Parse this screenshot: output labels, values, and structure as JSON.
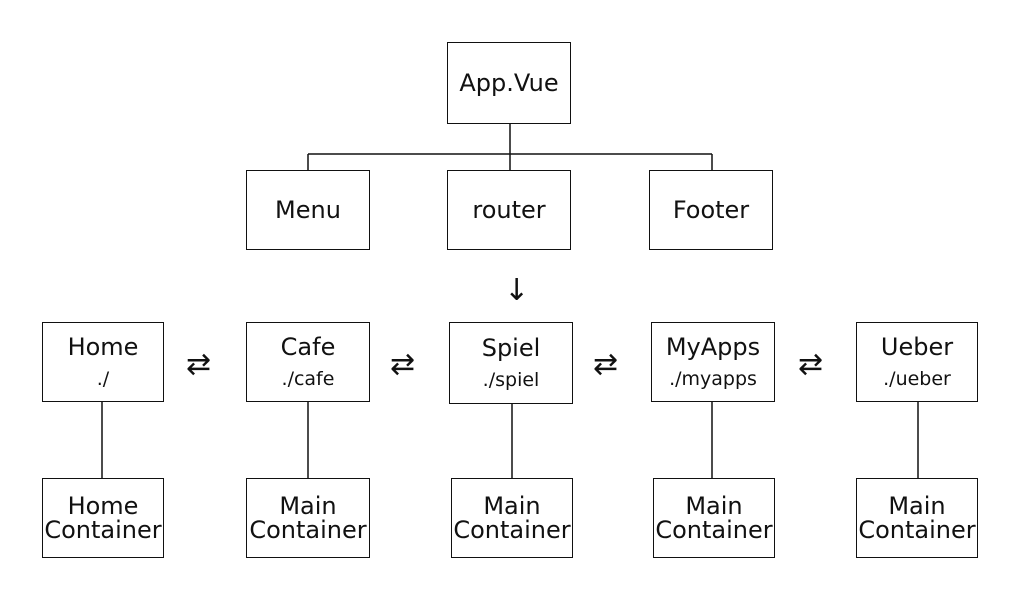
{
  "root": {
    "label": "App.Vue"
  },
  "level2": [
    {
      "key": "menu",
      "label": "Menu"
    },
    {
      "key": "router",
      "label": "router"
    },
    {
      "key": "footer",
      "label": "Footer"
    }
  ],
  "routes": [
    {
      "key": "home",
      "label": "Home",
      "path": "./"
    },
    {
      "key": "cafe",
      "label": "Cafe",
      "path": "./cafe"
    },
    {
      "key": "spiel",
      "label": "Spiel",
      "path": "./spiel"
    },
    {
      "key": "myapps",
      "label": "MyApps",
      "path": "./myapps"
    },
    {
      "key": "ueber",
      "label": "Ueber",
      "path": "./ueber"
    }
  ],
  "containers": [
    {
      "line1": "Home",
      "line2": "Container"
    },
    {
      "line1": "Main",
      "line2": "Container"
    },
    {
      "line1": "Main",
      "line2": "Container"
    },
    {
      "line1": "Main",
      "line2": "Container"
    },
    {
      "line1": "Main",
      "line2": "Container"
    }
  ],
  "symbols": {
    "bidirectional": "⇄",
    "down": "↓"
  }
}
